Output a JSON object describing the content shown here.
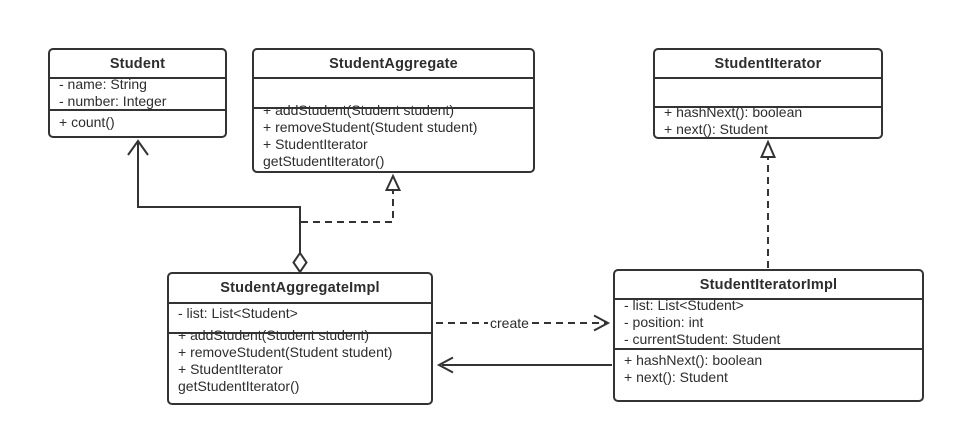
{
  "diagram": {
    "kind": "uml-class-diagram",
    "colors": {
      "line": "#333333",
      "background": "#ffffff",
      "box_fill": "#ffffff",
      "text": "#2d2d2d"
    },
    "classes": [
      {
        "id": "student",
        "name": "Student",
        "attributes": [
          "- name: String",
          "- number: Integer"
        ],
        "methods": [
          "+ count()"
        ]
      },
      {
        "id": "student-aggregate",
        "name": "StudentAggregate",
        "attributes": [],
        "methods": [
          "+ addStudent(Student student)",
          "+ removeStudent(Student student)",
          "+ StudentIterator",
          "getStudentIterator()"
        ]
      },
      {
        "id": "student-iterator",
        "name": "StudentIterator",
        "attributes": [],
        "methods": [
          "+ hashNext(): boolean",
          "+ next(): Student"
        ]
      },
      {
        "id": "student-aggregate-impl",
        "name": "StudentAggregateImpl",
        "attributes": [
          "- list: List<Student>"
        ],
        "methods": [
          "+ addStudent(Student student)",
          "+ removeStudent(Student student)",
          "+ StudentIterator",
          "getStudentIterator()"
        ]
      },
      {
        "id": "student-iterator-impl",
        "name": "StudentIteratorImpl",
        "attributes": [
          "- list: List<Student>",
          "- position: int",
          "- currentStudent: Student"
        ],
        "methods": [
          "+ hashNext(): boolean",
          "+ next(): Student"
        ]
      }
    ],
    "relationships": [
      {
        "from": "StudentAggregateImpl",
        "to": "Student",
        "type": "aggregation",
        "line": "solid",
        "arrow": "open",
        "tail": "hollow-diamond",
        "label": ""
      },
      {
        "from": "StudentAggregateImpl",
        "to": "StudentAggregate",
        "type": "realization",
        "line": "dashed",
        "arrow": "hollow-triangle",
        "label": ""
      },
      {
        "from": "StudentIteratorImpl",
        "to": "StudentIterator",
        "type": "realization",
        "line": "dashed",
        "arrow": "hollow-triangle",
        "label": ""
      },
      {
        "from": "StudentAggregateImpl",
        "to": "StudentIteratorImpl",
        "type": "dependency",
        "line": "dashed",
        "arrow": "open",
        "label": "create"
      },
      {
        "from": "StudentIteratorImpl",
        "to": "StudentAggregateImpl",
        "type": "association",
        "line": "solid",
        "arrow": "open",
        "label": ""
      }
    ]
  }
}
